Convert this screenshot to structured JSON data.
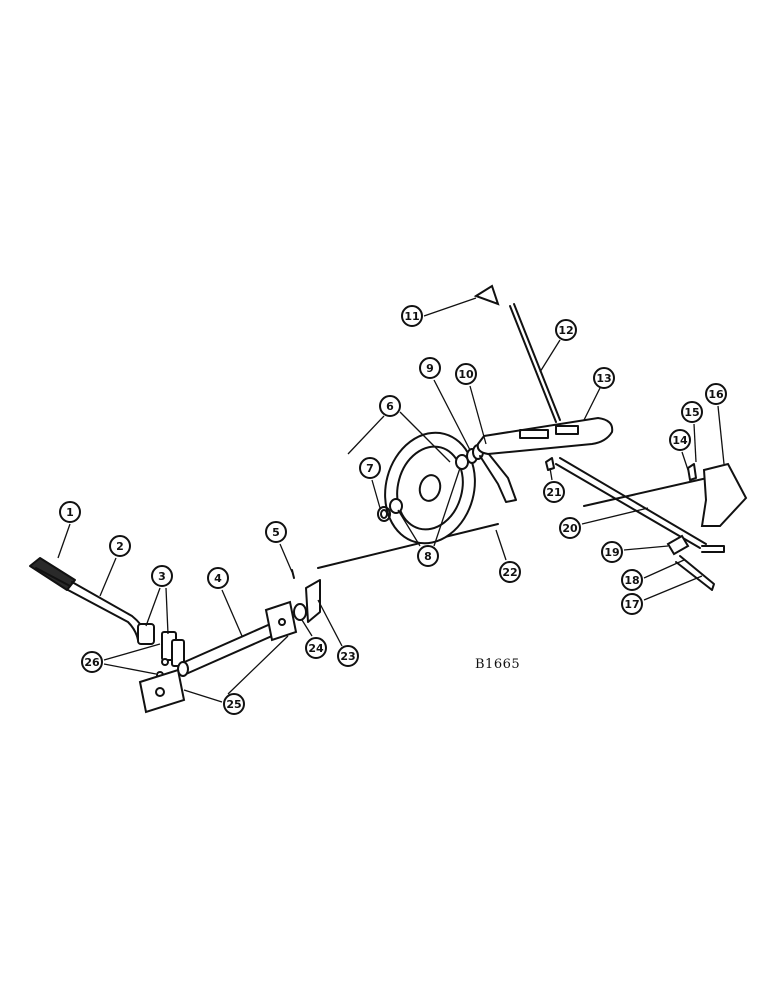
{
  "diagram": {
    "reference_code": "B1665",
    "callouts": [
      "1",
      "2",
      "3",
      "4",
      "5",
      "6",
      "7",
      "8",
      "9",
      "10",
      "11",
      "12",
      "13",
      "14",
      "15",
      "16",
      "17",
      "18",
      "19",
      "20",
      "21",
      "22",
      "23",
      "24",
      "25",
      "26"
    ]
  }
}
